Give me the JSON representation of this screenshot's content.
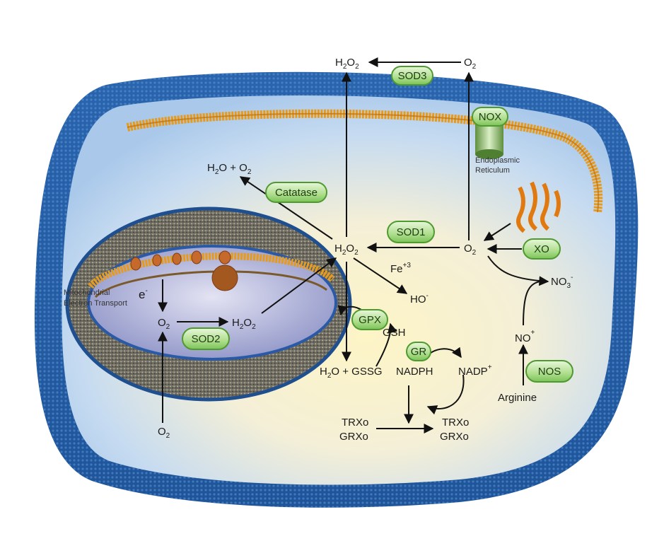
{
  "colors": {
    "membrane_blue": "#2f6fb8",
    "membrane_dark": "#1c4f93",
    "lipid_orange": "#f0a020",
    "enzyme_fill": "#9ed67a",
    "enzyme_stroke": "#4e9a2e",
    "cytosol_center": "#fdf6cc",
    "cytosol_edge": "#b9d3ee"
  },
  "labels": {
    "er": [
      "Endoplasmic",
      "Reticulum"
    ],
    "mito": [
      "Mitochondrial",
      "Electron Transport"
    ],
    "electron": "e",
    "electron_sup": "-",
    "h2o2_top": "H",
    "o2_top": "O",
    "h2o_o2": "H",
    "h2o_o2_plus": "+",
    "h2o2_center": "H",
    "o2_right": "O",
    "fe": "Fe",
    "fe_sup": "+3",
    "ho": "HO",
    "ho_sup": "-",
    "o2_mito": "O",
    "h2o2_mito": "H",
    "o2_bottom": "O",
    "h2o_gssg_a": "H",
    "h2o_gssg_b": "O  +  GSSG",
    "gsh": "GSH",
    "nadph": "NADPH",
    "nadp": "NADP",
    "nadp_sup": "+",
    "trx_left_1": "TRXo",
    "trx_left_2": "GRXo",
    "trx_right_1": "TRXo",
    "trx_right_2": "GRXo",
    "no": "NO",
    "no_sup": "+",
    "no3": "NO",
    "no3_sup": "-",
    "arginine": "Arginine",
    "sub2": "2",
    "sub3": "3"
  },
  "enzymes": {
    "sod3": "SOD3",
    "nox": "NOX",
    "catalase": "Catatase",
    "sod1": "SOD1",
    "xo": "XO",
    "sod2": "SOD2",
    "gpx": "GPX",
    "gr": "GR",
    "nos": "NOS"
  }
}
